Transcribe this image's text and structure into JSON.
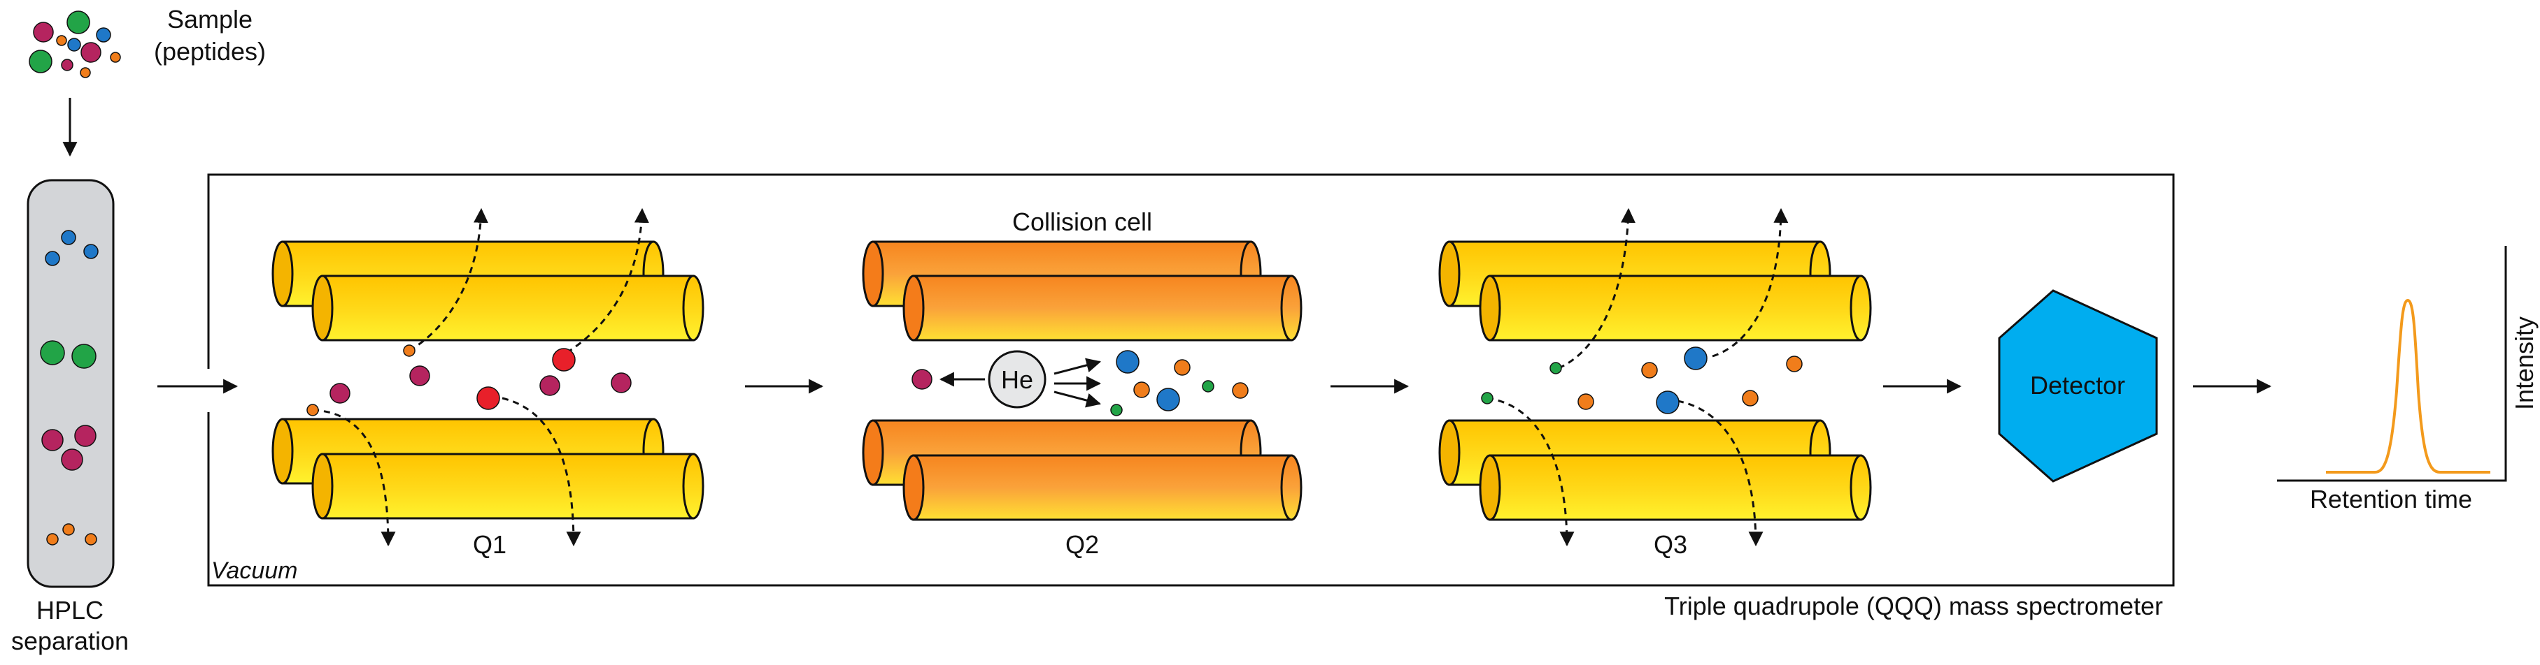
{
  "sample": {
    "label_line1": "Sample",
    "label_line2": "(peptides)"
  },
  "hplc": {
    "label_line1": "HPLC",
    "label_line2": "separation"
  },
  "vacuum_label": "Vacuum",
  "instrument_label": "Triple quadrupole (QQQ) mass spectrometer",
  "q1": {
    "label": "Q1"
  },
  "q2": {
    "label": "Q2",
    "title": "Collision cell",
    "gas_label": "He"
  },
  "q3": {
    "label": "Q3"
  },
  "detector": {
    "label": "Detector"
  },
  "chromatogram": {
    "xlabel": "Retention time",
    "ylabel": "Intensity"
  },
  "colors": {
    "magenta": "#b5245f",
    "green": "#22a447",
    "blue": "#1f78c8",
    "orange": "#f07d1b",
    "red": "#e8202a",
    "detector": "#00adef",
    "rod_yellow": "#ffd200",
    "rod_orange": "#f68b1f",
    "column_fill": "#d3d5d8",
    "peak": "#f39a1c"
  }
}
